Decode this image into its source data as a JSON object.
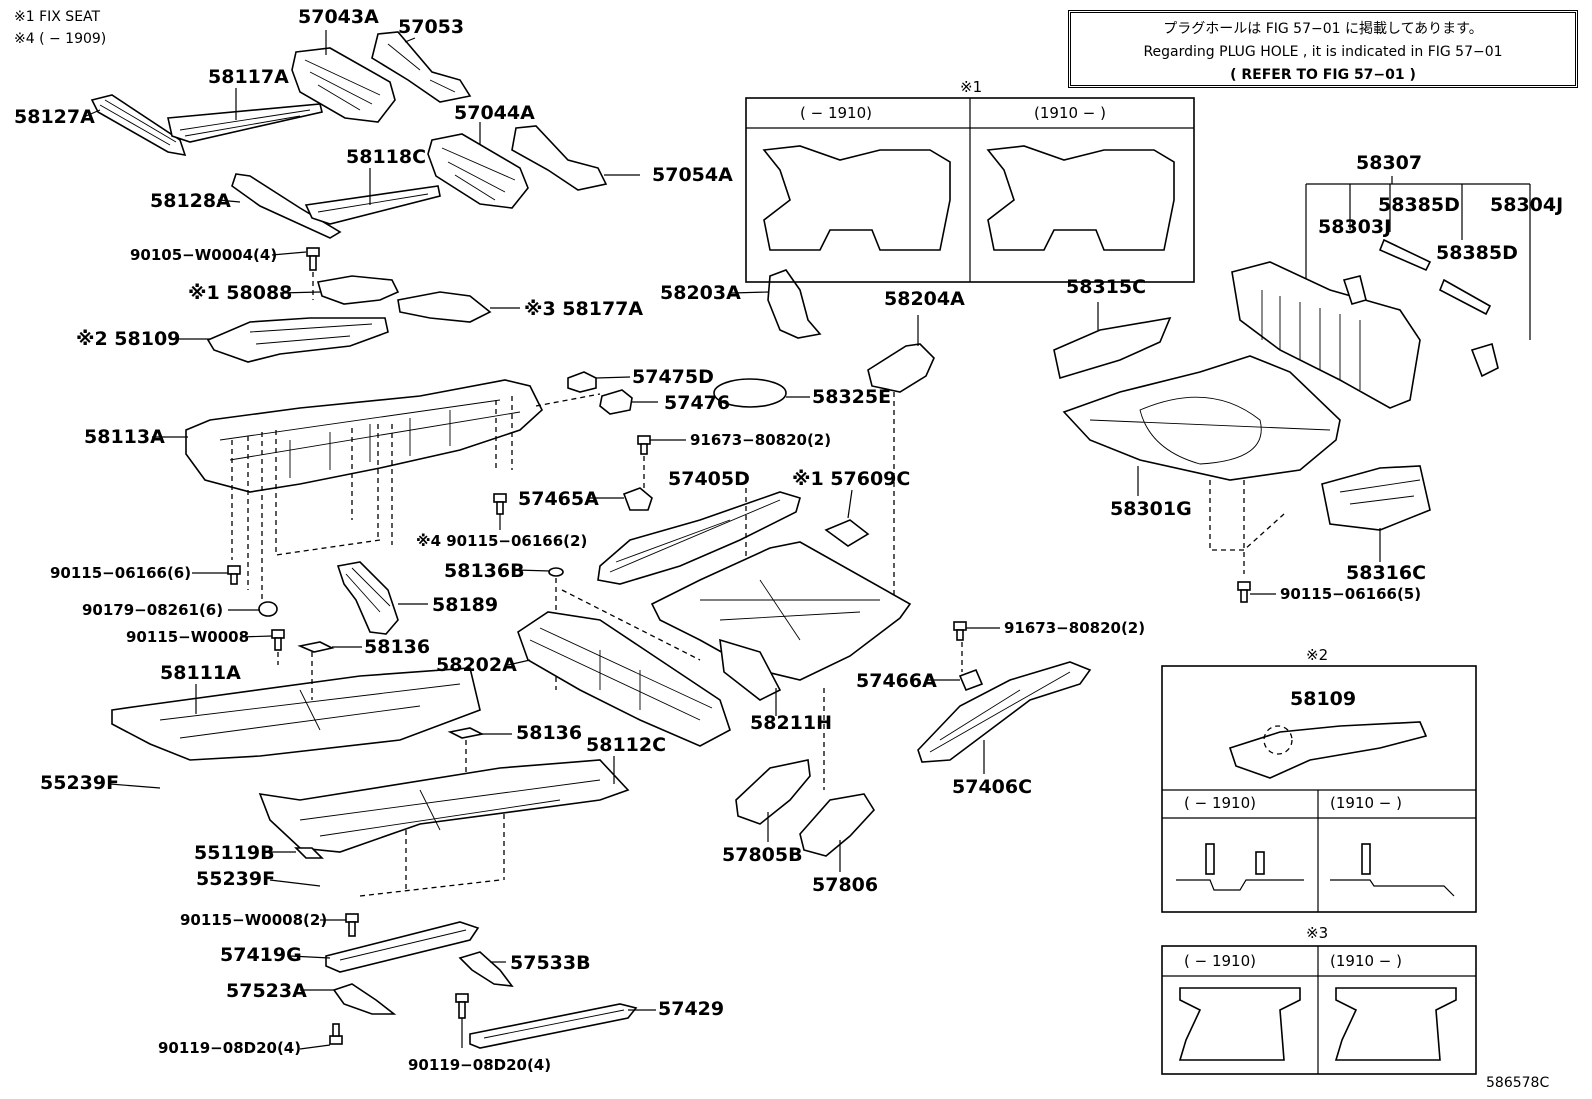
{
  "header_notes": {
    "note1": "※1 FIX SEAT",
    "note4": "※4 ( − 1909)"
  },
  "notice": {
    "line_jp": "プラグホールは FIG 57−01 に掲載してあります。",
    "line_en": "Regarding PLUG HOLE , it is indicated in FIG 57−01",
    "line_ref": "( REFER TO FIG 57−01 )"
  },
  "insets": {
    "inset1": {
      "marker": "※1",
      "left_range": "( − 1910)",
      "right_range": "(1910 − )"
    },
    "inset2": {
      "marker": "※2",
      "part": "58109",
      "left_range": "( − 1910)",
      "right_range": "(1910 − )"
    },
    "inset3": {
      "marker": "※3",
      "left_range": "( − 1910)",
      "right_range": "(1910 − )"
    }
  },
  "parts": {
    "p57043A": "57043A",
    "p57053": "57053",
    "p58117A": "58117A",
    "p58127A": "58127A",
    "p57044A": "57044A",
    "p58118C": "58118C",
    "p57054A": "57054A",
    "p58128A": "58128A",
    "p90105": "90105−W0004(4)",
    "p58088": "※1 58088",
    "p58177A": "※3 58177A",
    "p58109": "※2 58109",
    "p58203A": "58203A",
    "p58204A": "58204A",
    "p57475D": "57475D",
    "p57476": "57476",
    "p58325E": "58325E",
    "p58113A": "58113A",
    "p91673a": "91673−80820(2)",
    "p57465A": "57465A",
    "p57405D": "57405D",
    "p57609C": "※1 57609C",
    "p90115_4": "※4 90115−06166(2)",
    "p90115_6": "90115−06166(6)",
    "p58136B": "58136B",
    "p90179": "90179−08261(6)",
    "p58189": "58189",
    "p90115_w": "90115−W0008",
    "p58136a": "58136",
    "p58202A": "58202A",
    "p58111A": "58111A",
    "p58211H": "58211H",
    "p91673b": "91673−80820(2)",
    "p57466A": "57466A",
    "p55239F_a": "55239F",
    "p58136b": "58136",
    "p58112C": "58112C",
    "p57406C": "57406C",
    "p57805B": "57805B",
    "p57806": "57806",
    "p55119B": "55119B",
    "p55239F_b": "55239F",
    "p90115_w2": "90115−W0008(2)",
    "p57419G": "57419G",
    "p57533B": "57533B",
    "p57523A": "57523A",
    "p57429": "57429",
    "p90119_a": "90119−08D20(4)",
    "p90119_b": "90119−08D20(4)",
    "p58307": "58307",
    "p58303J": "58303J",
    "p58385D_a": "58385D",
    "p58304J": "58304J",
    "p58385D_b": "58385D",
    "p58315C": "58315C",
    "p58301G": "58301G",
    "p58316C": "58316C",
    "p90115_5": "90115−06166(5)"
  },
  "figure_code": "586578C"
}
